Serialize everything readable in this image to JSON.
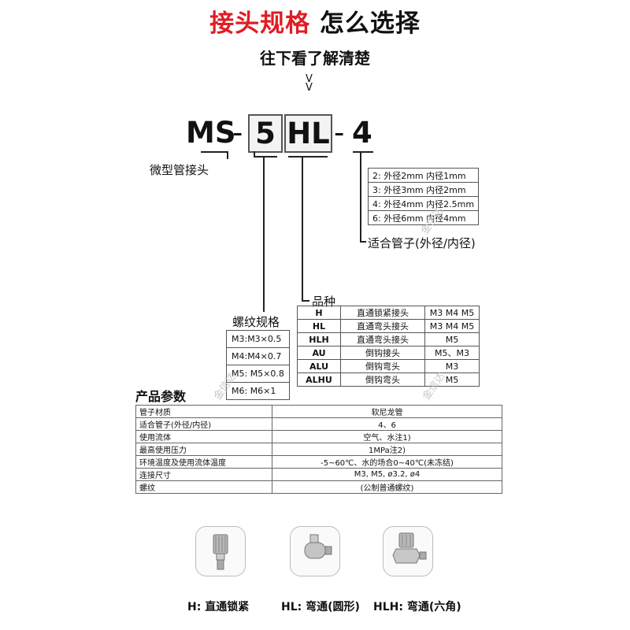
{
  "header": {
    "title_red": "接头规格",
    "title_black": "怎么选择",
    "subtitle": "往下看了解清楚",
    "chevron": "V"
  },
  "model": {
    "prefix": "MS",
    "dash1": "-",
    "thread_code": "5",
    "variety_code": "HL",
    "dash2": "-",
    "tube_code": "4",
    "prefix_label": "微型管接头"
  },
  "tube": {
    "rows": [
      "2: 外径2mm 内径1mm",
      "3: 外径3mm 内径2mm",
      "4: 外径4mm 内径2.5mm",
      "6: 外径6mm 内径4mm"
    ],
    "label": "适合管子(外径/内径)"
  },
  "thread": {
    "label": "螺纹规格",
    "rows": [
      "M3:M3×0.5",
      "M4:M4×0.7",
      "M5: M5×0.8",
      "M6: M6×1"
    ]
  },
  "variety": {
    "label": "品种",
    "rows": [
      {
        "code": "H",
        "name": "直通锁紧接头",
        "thread": "M3 M4 M5"
      },
      {
        "code": "HL",
        "name": "直通弯头接头",
        "thread": "M3 M4 M5"
      },
      {
        "code": "HLH",
        "name": "直通弯头接头",
        "thread": "M5"
      },
      {
        "code": "AU",
        "name": "倒钩接头",
        "thread": "M5、M3"
      },
      {
        "code": "ALU",
        "name": "倒钩弯头",
        "thread": "M3"
      },
      {
        "code": "ALHU",
        "name": "倒钩弯头",
        "thread": "M5"
      }
    ]
  },
  "params": {
    "title": "产品参数",
    "rows": [
      {
        "key": "管子材质",
        "value": "软尼龙管"
      },
      {
        "key": "适合管子(外径/内径)",
        "value": "4、6"
      },
      {
        "key": "使用流体",
        "value": "空气、水注1)"
      },
      {
        "key": "最高使用压力",
        "value": "1MPa注2)"
      },
      {
        "key": "环境温度及使用流体温度",
        "value": "-5~60℃、水的场合0~40℃(未冻结)"
      },
      {
        "key": "连接尺寸",
        "value": "M3, M5, ø3.2, ø4"
      },
      {
        "key": "螺纹",
        "value": "(公制普通螺纹)"
      }
    ]
  },
  "products": [
    {
      "caption": "H: 直通锁紧",
      "icon": "straight-fitting-icon"
    },
    {
      "caption": "HL: 弯通(圆形)",
      "icon": "elbow-round-fitting-icon"
    },
    {
      "caption": "HLH: 弯通(六角)",
      "icon": "elbow-hex-fitting-icon"
    }
  ],
  "watermark": "金信达"
}
